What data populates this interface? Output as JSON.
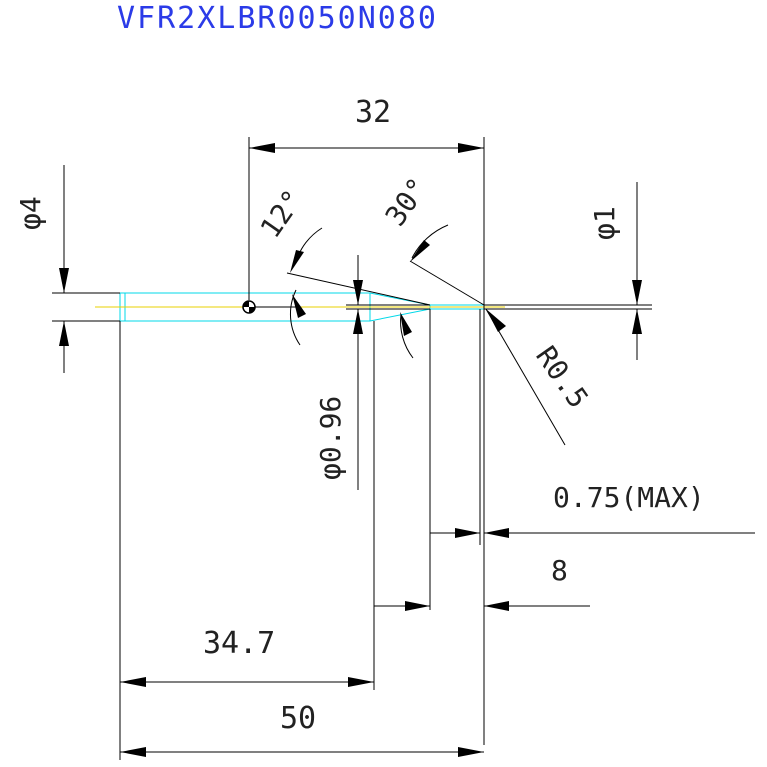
{
  "title": "VFR2XLBR0050N080",
  "dimensions": {
    "length_cut": "32",
    "shank_dia": "φ4",
    "tip_dia": "φ1",
    "angle_12": "12°",
    "angle_30": "30°",
    "neck_dia": "φ0.96",
    "radius": "R0.5",
    "flute_max": "0.75(MAX)",
    "flute_len": "8",
    "neck_len": "34.7",
    "overall_len": "50"
  },
  "colors": {
    "title": "#2b3be8",
    "tool_outline": "#00d8e8",
    "centerline": "#e8d200",
    "dimension": "#000000"
  }
}
